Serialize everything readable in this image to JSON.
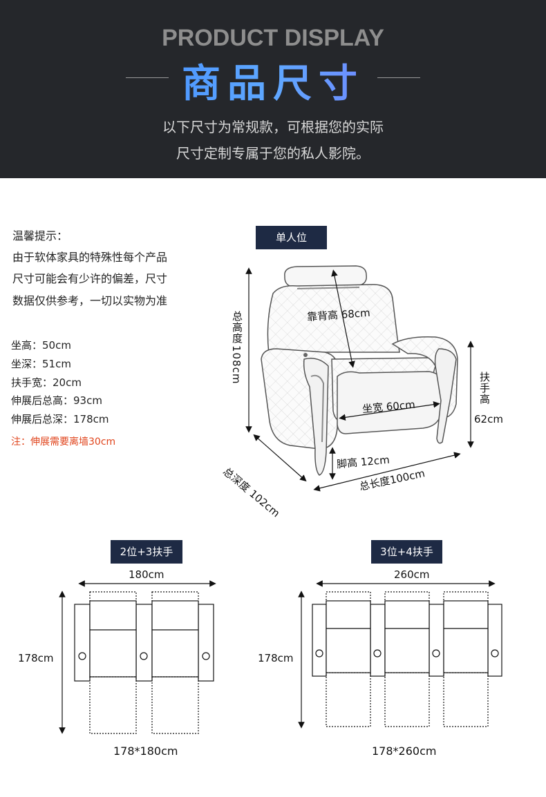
{
  "header": {
    "en_title": "PRODUCT DISPLAY",
    "cn_title": "商品尺寸",
    "subtitle_line1": "以下尺寸为常规款，可根据您的实际",
    "subtitle_line2": "尺寸定制专属于您的私人影院。"
  },
  "tips": {
    "title": "温馨提示：",
    "lines": [
      "由于软体家具的特殊性每个产品",
      "尺寸可能会有少许的偏差，尺寸",
      "数据仅供参考，一切以实物为准"
    ]
  },
  "specs": [
    "坐高：50cm",
    "坐深：51cm",
    "扶手宽：20cm",
    "伸展后总高：93cm",
    "伸展后总深：178cm"
  ],
  "note": "注：伸展需要离墙30cm",
  "single": {
    "badge": "单人位",
    "backrest": "靠背高 68cm",
    "total_height_label": "总高度",
    "total_height_value": "108cm",
    "armrest_label": "扶手高",
    "armrest_value": "62cm",
    "seat_width": "坐宽 60cm",
    "foot_height": "脚高 12cm",
    "total_length": "总长度100cm",
    "total_depth": "总深度 102cm"
  },
  "two_seat": {
    "badge": "2位+3扶手",
    "width": "180cm",
    "depth": "178cm",
    "size": "178*180cm"
  },
  "three_seat": {
    "badge": "3位+4扶手",
    "width": "260cm",
    "depth": "178cm",
    "size": "178*260cm"
  },
  "colors": {
    "header_bg": "#25272b",
    "badge_bg": "#1e2a44",
    "note": "#e0441c",
    "title_gradient_start": "#2f7bff",
    "title_gradient_end": "#8a57ff"
  },
  "icons": {
    "recliner": "recliner-chair-icon",
    "layout": "seat-layout-icon"
  }
}
